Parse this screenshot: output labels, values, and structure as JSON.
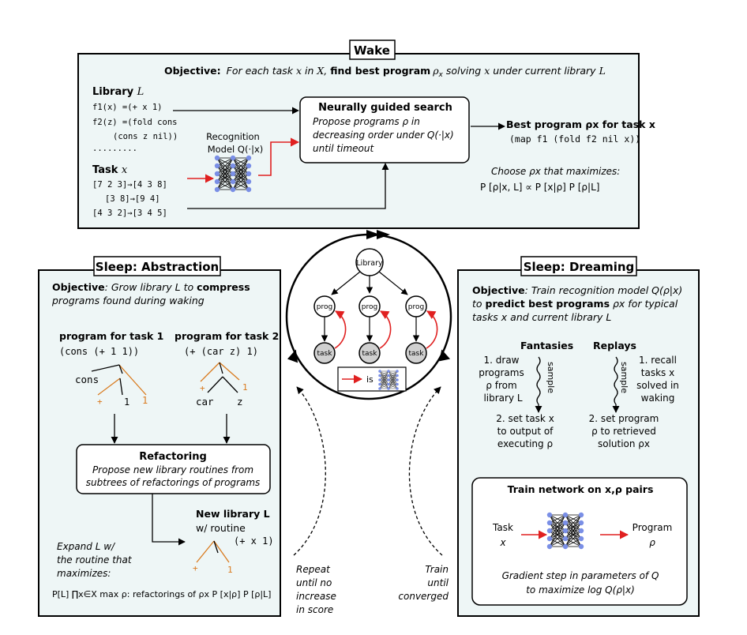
{
  "wake": {
    "title": "Wake",
    "objective_label": "Objective:",
    "objective_text": "For each task x in X, find best program ρx solving x under current library L",
    "objective_parts": {
      "a": "For each task ",
      "x1": "x",
      "b": " in ",
      "X": "X",
      "c": ", ",
      "bold": "find best program",
      "rho": "ρ",
      "sub": "x",
      "d": " solving ",
      "x2": "x",
      "e": " under current library ",
      "L": "L"
    },
    "library": {
      "label": "Library",
      "var": "L",
      "lines": [
        "f1(x) =(+ x 1)",
        "f2(z) =(fold cons",
        "(cons z nil))",
        "........."
      ]
    },
    "task": {
      "label": "Task",
      "var": "x",
      "lines": [
        "[7  2  3]→[4 3 8]",
        "[3  8]→[9 4]",
        "[4  3  2]→[3 4 5]"
      ]
    },
    "recognition": {
      "line1": "Recognition",
      "line2": "Model Q(·|x)"
    },
    "search": {
      "title": "Neurally guided search",
      "lines": [
        "Propose programs ρ in",
        "decreasing order under Q(·|x)",
        "until timeout"
      ]
    },
    "best": {
      "title": "Best program ρx for task x",
      "code": "(map f1 (fold f2 nil x))"
    },
    "choose": {
      "line1": "Choose ρx that maximizes:",
      "formula": "P [ρ|x, L] ∝ P [x|ρ] P [ρ|L]"
    }
  },
  "center": {
    "library_node": "Library",
    "prog_nodes": [
      "prog",
      "prog",
      "prog"
    ],
    "task_nodes": [
      "task",
      "task",
      "task"
    ],
    "legend_is": "is"
  },
  "abstraction": {
    "title": "Sleep:  Abstraction",
    "objective_label": "Objective",
    "objective_line1": ": Grow library L to",
    "objective_bold": "compress",
    "objective_line2": "programs found during waking",
    "prog1": {
      "title": "program for task 1",
      "code": "(cons (+ 1 1))",
      "leaves": [
        "cons",
        "+",
        "1",
        "1"
      ]
    },
    "prog2": {
      "title": "program for task 2",
      "code": "(+ (car z) 1)",
      "leaves": [
        "+",
        "1",
        "car",
        "z"
      ]
    },
    "refactoring": {
      "title": "Refactoring",
      "lines": [
        "Propose new library routines from",
        "subtrees of refactorings of programs"
      ]
    },
    "new_library": {
      "line1": "New library L",
      "line2": "w/ routine",
      "code": "(+ x 1)",
      "leaves": [
        "+",
        "1"
      ]
    },
    "expand": {
      "lines": [
        "Expand L w/",
        "the routine that",
        "maximizes:"
      ]
    },
    "formula": "P[L] ∏x∈X  max ρ: refactorings of ρx  P [x|ρ] P [ρ|L]"
  },
  "dreaming": {
    "title": "Sleep:  Dreaming",
    "objective_label": "Objective",
    "objective_line1": ": Train recognition model Q(ρ|x)",
    "objective_line2_pre": "to",
    "objective_bold": "predict best programs",
    "objective_line2_post": "ρx for typical",
    "objective_line3": "tasks x and current library L",
    "fantasies": {
      "title": "Fantasies",
      "step1": [
        "1. draw",
        "programs",
        "ρ from",
        "library L"
      ],
      "sample": "sample",
      "step2": [
        "2. set task x",
        "to output of",
        "executing ρ"
      ]
    },
    "replays": {
      "title": "Replays",
      "step1": [
        "1. recall",
        "tasks x",
        "solved in",
        "waking"
      ],
      "sample": "sample",
      "step2": [
        "2. set program",
        "ρ to retrieved",
        "solution ρx"
      ]
    },
    "train": {
      "title": "Train network on x,ρ pairs",
      "task_label": [
        "Task",
        "x"
      ],
      "program_label": [
        "Program",
        "ρ"
      ],
      "footer": [
        "Gradient step in parameters of Q",
        "to maximize log Q(ρ|x)"
      ]
    }
  },
  "loop_labels": {
    "left": [
      "Repeat",
      "until no",
      "increase",
      "in score"
    ],
    "right": [
      "Train",
      "until",
      "converged"
    ]
  },
  "colors": {
    "panel_fill": "#eef6f6",
    "accent_orange": "#d97a1e",
    "arrow_red": "#e02020",
    "node_blue": "#7a8fe6",
    "task_node_fill": "#d0d0d0"
  }
}
